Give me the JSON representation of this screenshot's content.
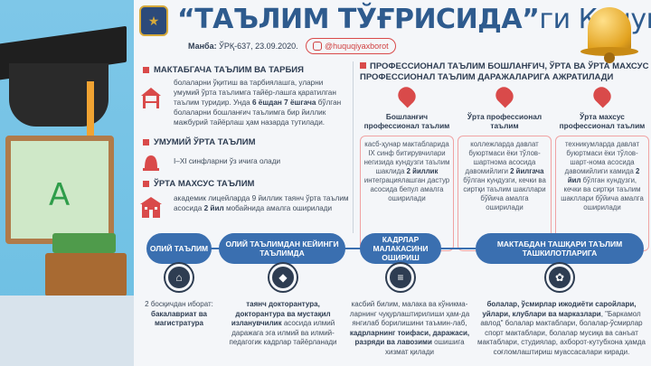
{
  "header": {
    "title_main": "“ТАЪЛИМ ТЎҒРИСИДА”",
    "title_suffix": "ги Қонун",
    "source_label": "Манба:",
    "source_value": "ЎРҚ-637, 23.09.2020.",
    "handle": "@huquqiyaxborot"
  },
  "left_sections": [
    {
      "heading": "МАКТАБГАЧА ТАЪЛИМ ВА ТАРБИЯ",
      "body_1": "болаларни ўқитиш ва тарбиялашга, уларни умумий ўрта таълимга тайёр-лашга қаратилган таълим туридир. Унда ",
      "body_bold": "6 ёшдан 7 ёшгача",
      "body_2": " бўлган болаларни бошланғич таълимга бир йиллик мажбурий тайёрлаш ҳам назарда тутилади."
    },
    {
      "heading": "УМУМИЙ ЎРТА ТАЪЛИМ",
      "body_1": "I–XI синфларни ўз ичига олади"
    },
    {
      "heading": "ЎРТА МАХСУС ТАЪЛИМ",
      "body_1": "академик лицейларда 9 йиллик таянч ўрта таълим асосида ",
      "body_bold": "2 йил",
      "body_2": " мобайнида амалга оширилади"
    }
  ],
  "professional": {
    "heading": "ПРОФЕССИОНАЛ ТАЪЛИМ БОШЛАНҒИЧ, ЎРТА ВА ЎРТА МАХСУС ПРОФЕССИОНАЛ ТАЪЛИМ ДАРАЖАЛАРИГА АЖРАТИЛАДИ",
    "columns": [
      {
        "label": "Бошланғич профессионал таълим",
        "text_1": "касб-ҳунар мактабларида IX синф битирувчилари негизида кундузги таълим шаклида ",
        "text_bold": "2 йиллик",
        "text_2": " интеграциялашган дастур асосида бепул амалга оширилади"
      },
      {
        "label": "Ўрта профессионал таълим",
        "text_1": "коллежларда давлат буюртмаси ёки тўлов-шартнома асосида давомийлиги ",
        "text_bold": "2 йилгача",
        "text_2": " бўлган кундузги, кечки ва сиртқи таълим шакллари бўйича амалга оширилади"
      },
      {
        "label": "Ўрта махсус профессионал таълим",
        "text_1": "техникумларда давлат буюртмаси ёки тўлов-шарт-нома асосида давомийлиги камида ",
        "text_bold": "2 йил",
        "text_2": " бўлган кундузги, кечки ва сиртқи таълим шакллари бўйича амалга оширилади"
      }
    ]
  },
  "bottom": {
    "pills": [
      {
        "label": "ОЛИЙ ТАЪЛИМ"
      },
      {
        "label": "ОЛИЙ ТАЪЛИМДАН КЕЙИНГИ ТАЪЛИМДА"
      },
      {
        "label": "КАДРЛАР МАЛАКАСИНИ ОШИРИШ"
      },
      {
        "label": "МАКТАБДАН ТАШҚАРИ ТАЪЛИМ ТАШКИЛОТЛАРИГА"
      }
    ],
    "texts": [
      {
        "t1": "2 босқичдан иборат: ",
        "b1": "бакалавриат ва магистратура"
      },
      {
        "b1": "таянч докторантура, докторантура ва мустақил изланувчилик",
        "t1": " асосида илмий даражага эга илмий ва илмий-педагогик кадрлар тайёрланади"
      },
      {
        "t1": "касбий билим, малака ва кўникма-ларнинг чуқурлаштирилиши ҳам-да янгилаб борилишини таъмин-лаб, ",
        "b1": "кадрларнинг тоифаси, даражаси, разряди ва лавозими",
        "t2": " ошишига хизмат қилади"
      },
      {
        "b1": "болалар, ўсмирлар ижодиёти саройлари, уйлари, клублари ва марказлари",
        "t1": ", \"Баркамол авлод\" болалар мактаблари, болалар-ўсмирлар спорт мактаблари, болалар мусиқа ва санъат мактаблари, студиялар, ахборот-кутубхона ҳамда соғломлаштириш муассасалари киради."
      }
    ]
  },
  "colors": {
    "title_blue": "#2e5b8e",
    "accent_red": "#d94a4a",
    "pill_blue": "#3a6fb0"
  }
}
